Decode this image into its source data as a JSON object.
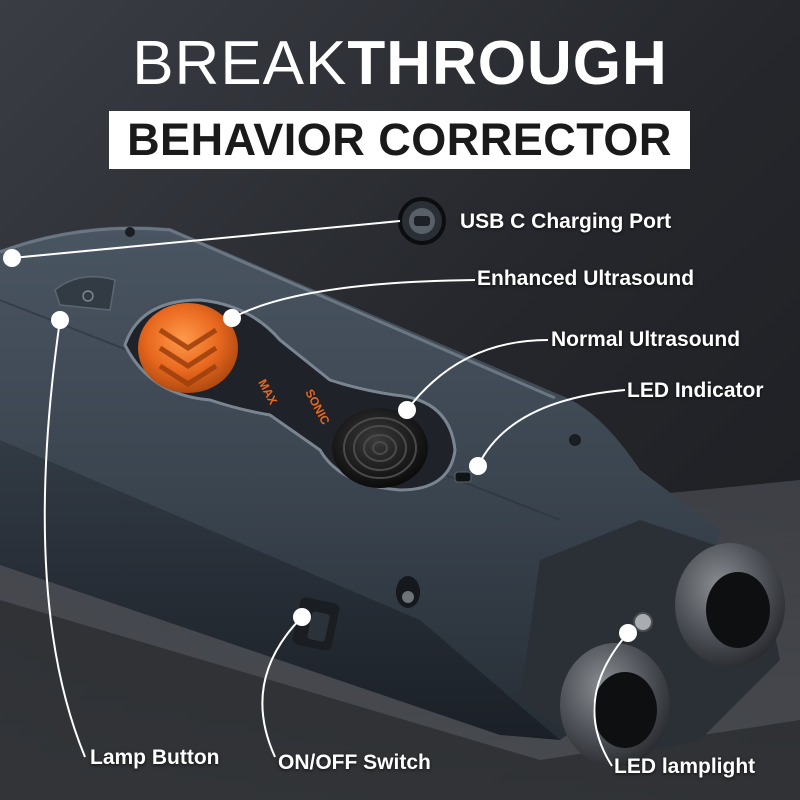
{
  "title": {
    "line1_light": "BREAK",
    "line1_bold": "THROUGH",
    "line2": "BEHAVIOR CORRECTOR"
  },
  "device_text": {
    "brand": "SONIC",
    "mode": "MAX"
  },
  "callouts": {
    "usb_port": "USB C Charging Port",
    "enhanced": "Enhanced Ultrasound",
    "normal": "Normal Ultrasound",
    "led_indicator": "LED Indicator",
    "lamp_button": "Lamp Button",
    "switch": "ON/OFF Switch",
    "lamplight": "LED lamplight"
  },
  "colors": {
    "background": "#2a2d33",
    "device_body": "#3d4650",
    "accent_orange": "#e8681f",
    "callout_line": "#ffffff"
  }
}
